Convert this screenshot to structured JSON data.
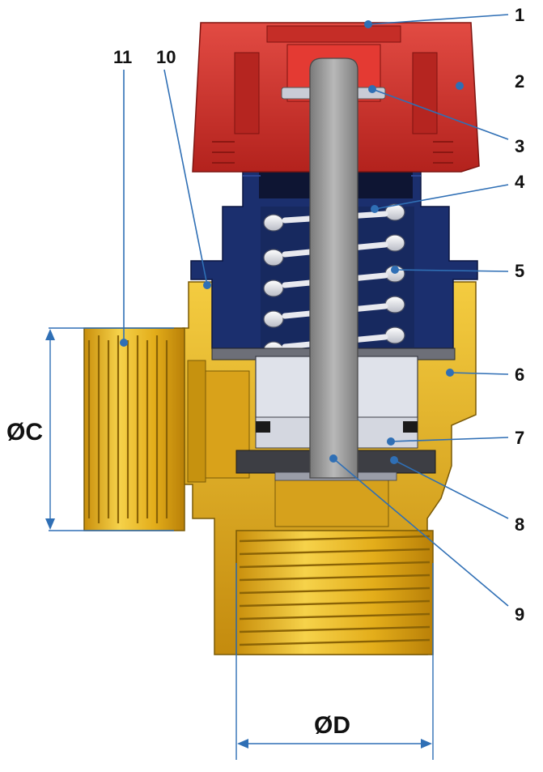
{
  "callouts": [
    {
      "id": "1",
      "label": "1"
    },
    {
      "id": "2",
      "label": "2"
    },
    {
      "id": "3",
      "label": "3"
    },
    {
      "id": "4",
      "label": "4"
    },
    {
      "id": "5",
      "label": "5"
    },
    {
      "id": "6",
      "label": "6"
    },
    {
      "id": "7",
      "label": "7"
    },
    {
      "id": "8",
      "label": "8"
    },
    {
      "id": "9",
      "label": "9"
    },
    {
      "id": "10",
      "label": "10"
    },
    {
      "id": "11",
      "label": "11"
    }
  ],
  "dimensions": {
    "c_label": "ØC",
    "d_label": "ØD"
  },
  "colors": {
    "knob_red": "#d32f2f",
    "bonnet_blue": "#1b2f6e",
    "brass": "#e5b21c",
    "stem_grey": "#9a9a9a",
    "leader_blue": "#2f6fb5"
  }
}
